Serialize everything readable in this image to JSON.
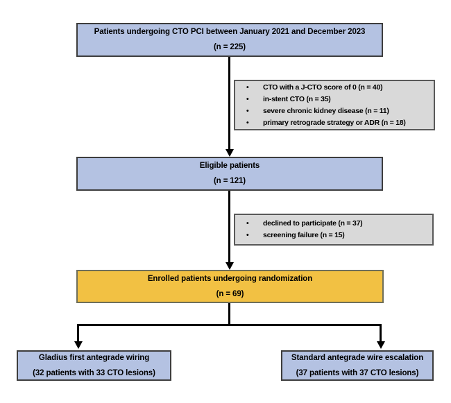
{
  "colors": {
    "box_blue": "#b4c2e2",
    "box_gray": "#d9d9d9",
    "box_orange": "#f2c143",
    "border_dark": "#3d3d3d",
    "arrow_black": "#000000",
    "background": "#ffffff"
  },
  "flowchart": {
    "screened": {
      "line1": "Patients undergoing CTO PCI between January 2021 and December 2023",
      "line2": "(n = 225)"
    },
    "exclusions1": {
      "items": [
        "CTO with a J-CTO score of 0 (n = 40)",
        "in-stent CTO (n = 35)",
        "severe chronic kidney disease (n = 11)",
        "primary retrograde strategy or ADR (n = 18)"
      ]
    },
    "eligible": {
      "line1": "Eligible patients",
      "line2": "(n = 121)"
    },
    "exclusions2": {
      "items": [
        "declined to participate (n = 37)",
        "screening failure (n = 15)"
      ]
    },
    "enrolled": {
      "line1": "Enrolled patients undergoing randomization",
      "line2": "(n = 69)"
    },
    "arm_left": {
      "line1": "Gladius first antegrade wiring",
      "line2": "(32 patients with 33 CTO lesions)"
    },
    "arm_right": {
      "line1": "Standard antegrade wire escalation",
      "line2": "(37 patients with 37 CTO lesions)"
    }
  }
}
